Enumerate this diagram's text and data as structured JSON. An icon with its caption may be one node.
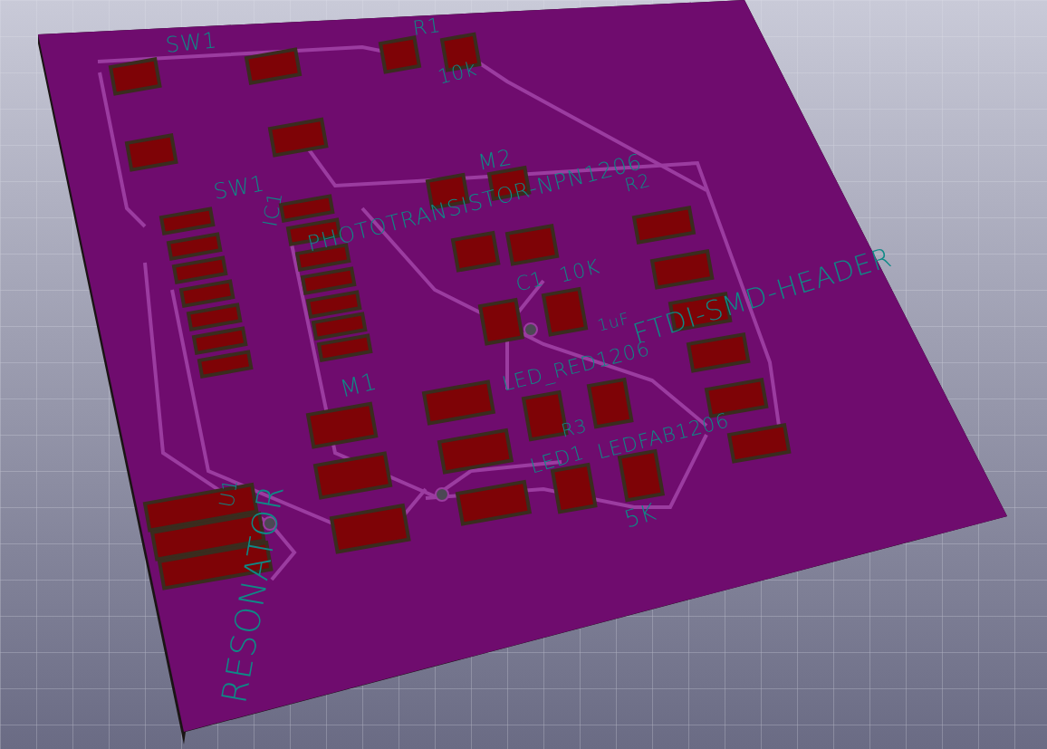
{
  "diagram": {
    "labels": [
      "SW1",
      "R1",
      "10k",
      "M2",
      "SW1",
      "IC1",
      "PHOTOTRANSISTOR-NPN1206",
      "R2",
      "C1",
      "10K",
      "1uF",
      "FTDI-SMD-HEADER",
      "LED_RED1206",
      "LED1",
      "M1",
      "R3",
      "LEDFAB1206",
      "5K",
      "U1",
      "RESONATOR"
    ]
  }
}
